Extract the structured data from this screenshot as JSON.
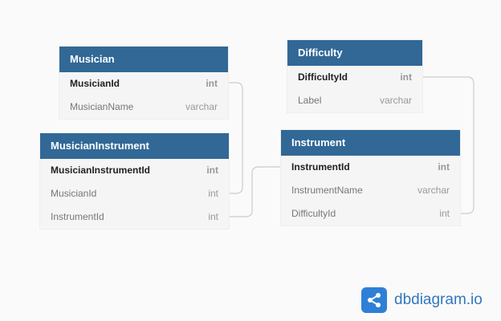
{
  "tables": {
    "musician": {
      "name": "Musician",
      "fields": [
        {
          "name": "MusicianId",
          "type": "int"
        },
        {
          "name": "MusicianName",
          "type": "varchar"
        }
      ]
    },
    "difficulty": {
      "name": "Difficulty",
      "fields": [
        {
          "name": "DifficultyId",
          "type": "int"
        },
        {
          "name": "Label",
          "type": "varchar"
        }
      ]
    },
    "musician_instrument": {
      "name": "MusicianInstrument",
      "fields": [
        {
          "name": "MusicianInstrumentId",
          "type": "int"
        },
        {
          "name": "MusicianId",
          "type": "int"
        },
        {
          "name": "InstrumentId",
          "type": "int"
        }
      ]
    },
    "instrument": {
      "name": "Instrument",
      "fields": [
        {
          "name": "InstrumentId",
          "type": "int"
        },
        {
          "name": "InstrumentName",
          "type": "varchar"
        },
        {
          "name": "DifficultyId",
          "type": "int"
        }
      ]
    }
  },
  "brand": {
    "text": "dbdiagram.io",
    "color": "#2e80d6"
  },
  "colors": {
    "header": "#316896",
    "background": "#fafafa",
    "connector": "#cccccc"
  }
}
